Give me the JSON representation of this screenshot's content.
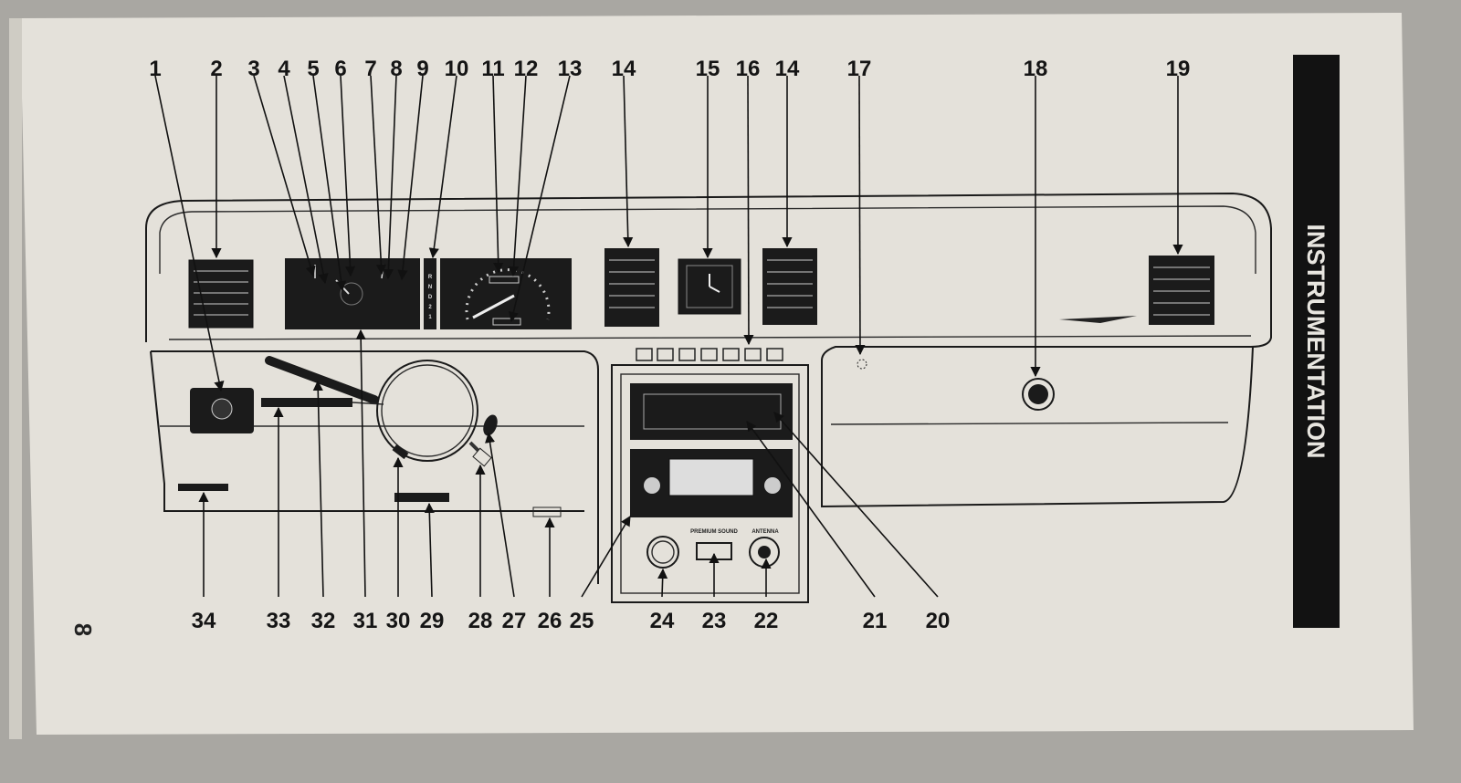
{
  "page": {
    "section_title": "INSTRUMENTATION",
    "page_number": "8"
  },
  "diagram": {
    "callouts_top": [
      "1",
      "2",
      "3",
      "4",
      "5",
      "6",
      "7",
      "8",
      "9",
      "10",
      "11",
      "12",
      "13",
      "14",
      "15",
      "16",
      "14",
      "17",
      "18",
      "19"
    ],
    "callouts_bottom": [
      "34",
      "33",
      "32",
      "31",
      "30",
      "29",
      "28",
      "27",
      "26",
      "25",
      "24",
      "23",
      "22",
      "21",
      "20"
    ],
    "panel_labels": {
      "premium_sound": "PREMIUM SOUND",
      "antenna": "ANTENNA"
    },
    "gear_indicator": [
      "R",
      "N",
      "D",
      "2",
      "1"
    ]
  }
}
